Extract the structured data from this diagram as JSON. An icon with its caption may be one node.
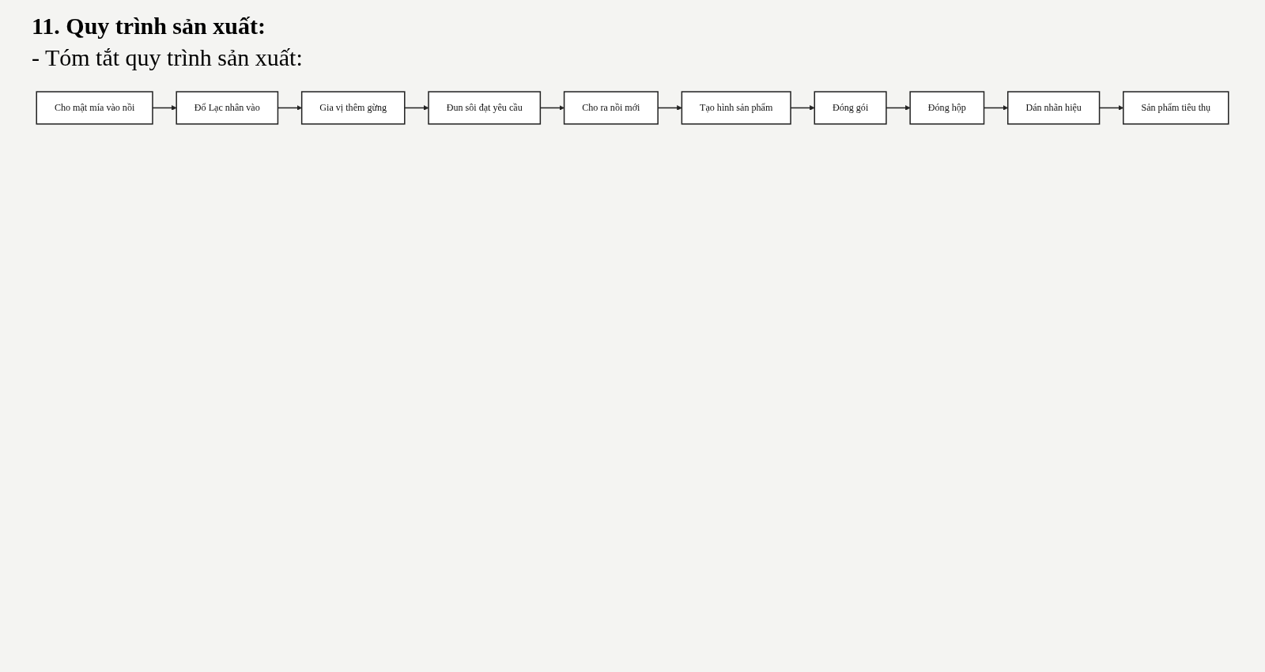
{
  "diagram": {
    "title": "11. Quy trình sản xuất:",
    "nodes": [
      {
        "text": [
          "Cho mật mía vào nồi"
        ]
      },
      {
        "text": [
          "Đổ Lạc nhân vào"
        ]
      },
      {
        "text": [
          "Gia vị thêm gừng"
        ]
      },
      {
        "text": [
          "Đun sôi đạt yêu cầu"
        ]
      },
      {
        "text": [
          "Cho ra nồi mới"
        ]
      },
      {
        "text": [
          "Tạo hình sản phẩm"
        ]
      },
      {
        "text": [
          "Đóng gói"
        ]
      },
      {
        "text": [
          "Đóng hộp"
        ]
      },
      {
        "text": [
          "Dán nhãn hiệu"
        ]
      },
      {
        "text": [
          "Sản phẩm tiêu thụ"
        ]
      }
    ],
    "edges": [
      {
        "from": 0,
        "to": 1,
        "arrow": "to"
      },
      {
        "from": 1,
        "to": 2,
        "arrow": "to"
      },
      {
        "from": 2,
        "to": 3,
        "arrow": "to"
      },
      {
        "from": 3,
        "to": 4,
        "arrow": "to"
      },
      {
        "from": 4,
        "to": 5,
        "arrow": "to"
      },
      {
        "from": 5,
        "to": 6,
        "arrow": "to"
      },
      {
        "from": 6,
        "to": 7,
        "arrow": "to"
      },
      {
        "from": 7,
        "to": 8,
        "arrow": "to"
      },
      {
        "from": 8,
        "to": 9,
        "arrow": "to"
      }
    ],
    "labels": [
      "- Tóm tắt quy trình sản xuất:"
    ]
  }
}
